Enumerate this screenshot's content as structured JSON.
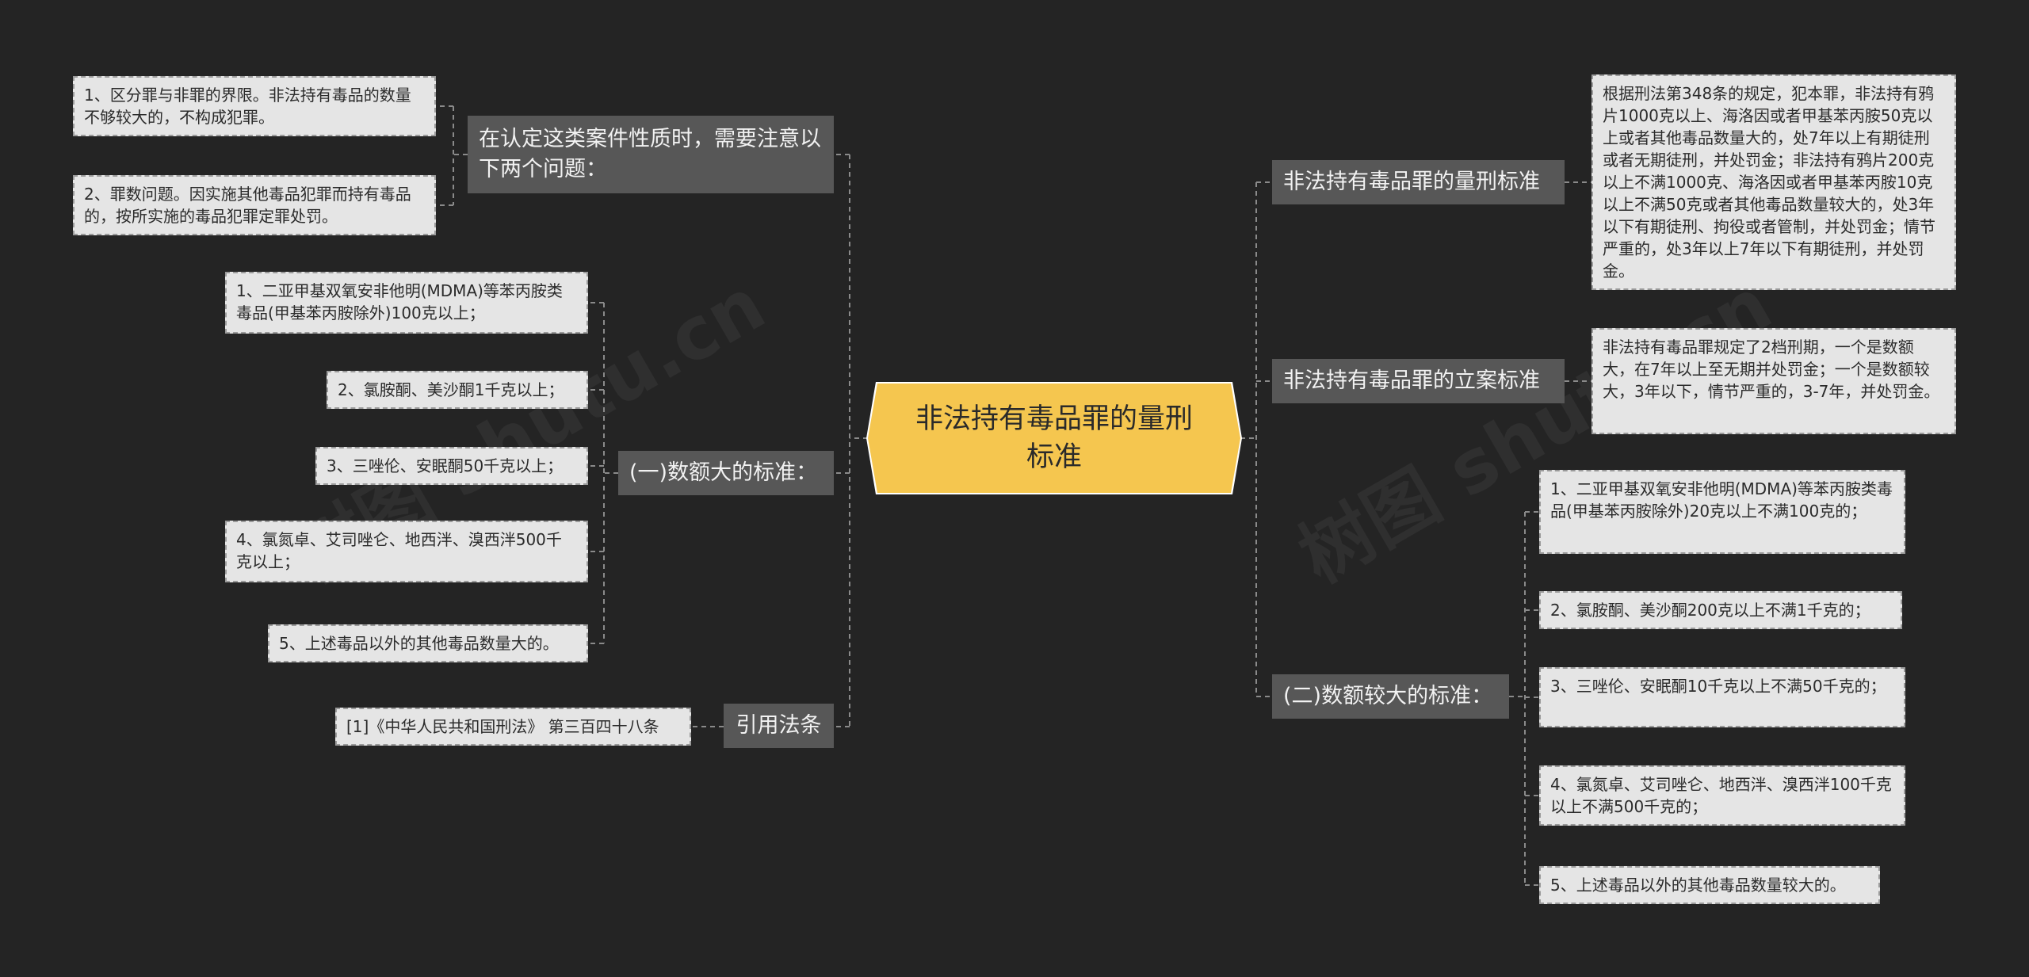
{
  "center": {
    "title": "非法持有毒品罪的量刑标准"
  },
  "left": {
    "branch1": {
      "label": "在认定这类案件性质时，需要注意以下两个问题：",
      "leaves": [
        "1、区分罪与非罪的界限。非法持有毒品的数量不够较大的，不构成犯罪。",
        "2、罪数问题。因实施其他毒品犯罪而持有毒品的，按所实施的毒品犯罪定罪处罚。"
      ]
    },
    "branch2": {
      "label": "(一)数额大的标准：",
      "leaves": [
        "1、二亚甲基双氧安非他明(MDMA)等苯丙胺类毒品(甲基苯丙胺除外)100克以上；",
        "2、氯胺酮、美沙酮1千克以上；",
        "3、三唑伦、安眠酮50千克以上；",
        "4、氯氮卓、艾司唑仑、地西泮、溴西泮500千克以上；",
        "5、上述毒品以外的其他毒品数量大的。"
      ]
    },
    "branch3": {
      "label": "引用法条",
      "leaves": [
        "[1]《中华人民共和国刑法》 第三百四十八条"
      ]
    }
  },
  "right": {
    "branch1": {
      "label": "非法持有毒品罪的量刑标准",
      "leaves": [
        "根据刑法第348条的规定，犯本罪，非法持有鸦片1000克以上、海洛因或者甲基苯丙胺50克以上或者其他毒品数量大的，处7年以上有期徒刑或者无期徒刑，并处罚金；非法持有鸦片200克以上不满1000克、海洛因或者甲基苯丙胺10克以上不满50克或者其他毒品数量较大的，处3年以下有期徒刑、拘役或者管制，并处罚金；情节严重的，处3年以上7年以下有期徒刑，并处罚金。"
      ]
    },
    "branch2": {
      "label": "非法持有毒品罪的立案标准",
      "leaves": [
        "非法持有毒品罪规定了2档刑期，一个是数额大，在7年以上至无期并处罚金；一个是数额较大，3年以下，情节严重的，3-7年，并处罚金。"
      ]
    },
    "branch3": {
      "label": "(二)数额较大的标准：",
      "leaves": [
        "1、二亚甲基双氧安非他明(MDMA)等苯丙胺类毒品(甲基苯丙胺除外)20克以上不满100克的；",
        "2、氯胺酮、美沙酮200克以上不满1千克的；",
        "3、三唑伦、安眠酮10千克以上不满50千克的；",
        "4、氯氮卓、艾司唑仑、地西泮、溴西泮100千克以上不满500千克的；",
        "5、上述毒品以外的其他毒品数量较大的。"
      ]
    }
  },
  "colors": {
    "background": "#242424",
    "center_fill": "#f5c64f",
    "branch_fill": "#575757",
    "leaf_fill": "#e5e5e5",
    "connector": "#8a8a8a"
  }
}
